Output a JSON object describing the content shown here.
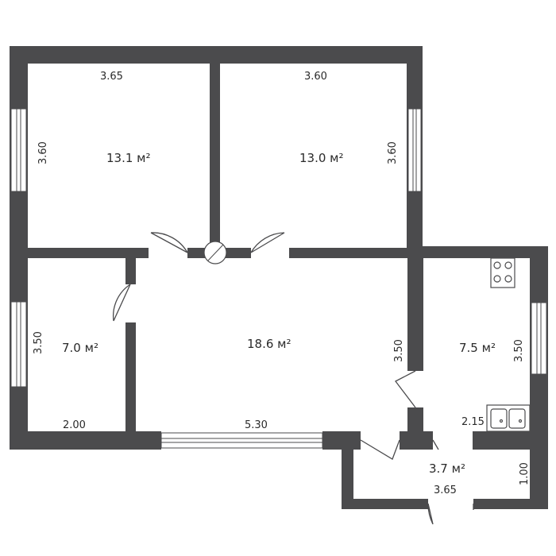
{
  "rooms": {
    "room1": {
      "area": "13.1 м²",
      "width": "3.65",
      "height": "3.60"
    },
    "room2": {
      "area": "13.0 м²",
      "width": "3.60",
      "height": "3.60"
    },
    "room3": {
      "area": "7.0 м²",
      "width": "2.00",
      "height": "3.50"
    },
    "living": {
      "area": "18.6 м²",
      "width": "5.30",
      "height": "3.50"
    },
    "kitchen": {
      "area": "7.5 м²",
      "width": "2.15",
      "height": "3.50"
    },
    "hall": {
      "area": "3.7 м²",
      "width": "3.65",
      "height": "1.00"
    }
  },
  "colors": {
    "wall": "#4b4b4d",
    "background": "#ffffff",
    "text": "#2a2a2a"
  }
}
